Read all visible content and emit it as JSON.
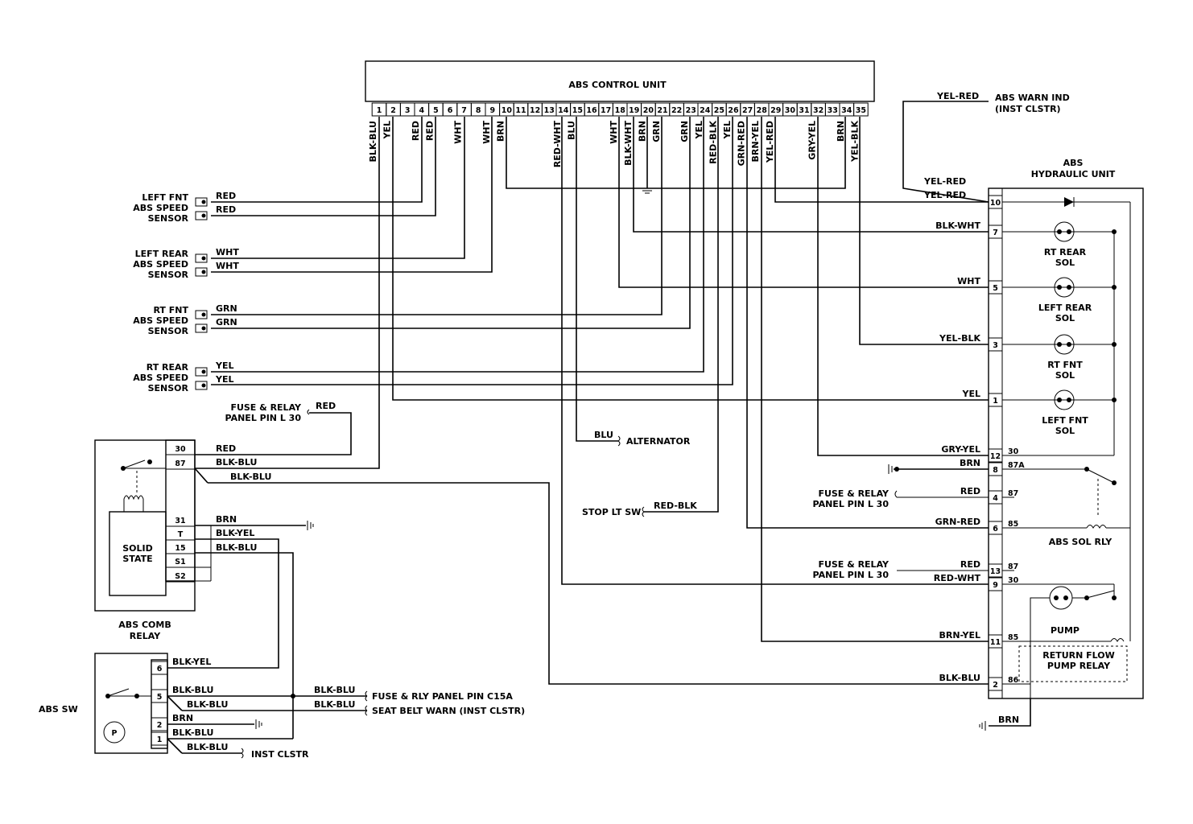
{
  "ecu": {
    "title": "ABS CONTROL UNIT",
    "pins": [
      "1",
      "2",
      "3",
      "4",
      "5",
      "6",
      "7",
      "8",
      "9",
      "10",
      "11",
      "12",
      "13",
      "14",
      "15",
      "16",
      "17",
      "18",
      "19",
      "20",
      "21",
      "22",
      "23",
      "24",
      "25",
      "26",
      "27",
      "28",
      "29",
      "30",
      "31",
      "32",
      "33",
      "34",
      "35"
    ],
    "wire_colors": [
      {
        "pin": 1,
        "color": "BLK-BLU"
      },
      {
        "pin": 2,
        "color": "YEL"
      },
      {
        "pin": 4,
        "color": "RED"
      },
      {
        "pin": 5,
        "color": "RED"
      },
      {
        "pin": 7,
        "color": "WHT"
      },
      {
        "pin": 9,
        "color": "WHT"
      },
      {
        "pin": 10,
        "color": "BRN"
      },
      {
        "pin": 14,
        "color": "RED-WHT"
      },
      {
        "pin": 15,
        "color": "BLU"
      },
      {
        "pin": 18,
        "color": "WHT"
      },
      {
        "pin": 19,
        "color": "BLK-WHT"
      },
      {
        "pin": 20,
        "color": "BRN"
      },
      {
        "pin": 21,
        "color": "GRN"
      },
      {
        "pin": 23,
        "color": "GRN"
      },
      {
        "pin": 24,
        "color": "YEL"
      },
      {
        "pin": 25,
        "color": "RED-BLK"
      },
      {
        "pin": 26,
        "color": "YEL"
      },
      {
        "pin": 27,
        "color": "GRN-RED"
      },
      {
        "pin": 28,
        "color": "BRN-YEL"
      },
      {
        "pin": 29,
        "color": "YEL-RED"
      },
      {
        "pin": 32,
        "color": "GRY-YEL"
      },
      {
        "pin": 34,
        "color": "BRN"
      },
      {
        "pin": 35,
        "color": "YEL-BLK"
      }
    ]
  },
  "sensors": [
    {
      "name": [
        "LEFT FNT",
        "ABS SPEED",
        "SENSOR"
      ],
      "wires": [
        "RED",
        "RED"
      ]
    },
    {
      "name": [
        "LEFT REAR",
        "ABS SPEED",
        "SENSOR"
      ],
      "wires": [
        "WHT",
        "WHT"
      ]
    },
    {
      "name": [
        "RT FNT",
        "ABS SPEED",
        "SENSOR"
      ],
      "wires": [
        "GRN",
        "GRN"
      ]
    },
    {
      "name": [
        "RT REAR",
        "ABS SPEED",
        "SENSOR"
      ],
      "wires": [
        "YEL",
        "YEL"
      ]
    }
  ],
  "warn": {
    "wire": "YEL-RED",
    "label": [
      "ABS WARN IND",
      "(INST CLSTR)"
    ]
  },
  "hydraulic": {
    "title": [
      "ABS",
      "HYDRAULIC UNIT"
    ],
    "wire_yel_red_top": "YEL-RED",
    "wire_yel_red_bottom": "YEL-RED",
    "pins": [
      {
        "pin": "10",
        "wire": "",
        "inner": ""
      },
      {
        "pin": "7",
        "wire": "BLK-WHT",
        "inner": ""
      },
      {
        "pin": "5",
        "wire": "WHT",
        "inner": ""
      },
      {
        "pin": "3",
        "wire": "YEL-BLK",
        "inner": ""
      },
      {
        "pin": "1",
        "wire": "YEL",
        "inner": ""
      },
      {
        "pin": "12",
        "wire": "GRY-YEL",
        "inner": "30"
      },
      {
        "pin": "8",
        "wire": "BRN",
        "inner": "87A"
      },
      {
        "pin": "4",
        "wire": "RED",
        "inner": "87"
      },
      {
        "pin": "6",
        "wire": "GRN-RED",
        "inner": "85"
      },
      {
        "pin": "13",
        "wire": "RED",
        "inner": "87"
      },
      {
        "pin": "9",
        "wire": "RED-WHT",
        "inner": "30"
      },
      {
        "pin": "11",
        "wire": "BRN-YEL",
        "inner": "85"
      },
      {
        "pin": "2",
        "wire": "BLK-BLU",
        "inner": "86"
      }
    ],
    "solenoids": [
      [
        "RT REAR",
        "SOL"
      ],
      [
        "LEFT REAR",
        "SOL"
      ],
      [
        "RT FNT",
        "SOL"
      ],
      [
        "LEFT FNT",
        "SOL"
      ]
    ],
    "sol_relay": "ABS SOL RLY",
    "pump": "PUMP",
    "return_relay": [
      "RETURN FLOW",
      "PUMP RELAY"
    ],
    "ground_wire": "BRN"
  },
  "fuse_relay_l30": [
    "FUSE & RELAY",
    "PANEL PIN L 30"
  ],
  "fuse_relay_l30_wire": "RED",
  "fuse_relay_l30_wire_lower": "RED",
  "alternator": {
    "wire": "BLU",
    "label": "ALTERNATOR"
  },
  "stop_lt": {
    "label": "STOP LT SW",
    "wire": "RED-BLK"
  },
  "comb_relay": {
    "pins": [
      "30",
      "87",
      "31",
      "T",
      "15",
      "S1",
      "S2"
    ],
    "wires": [
      "RED",
      "BLK-BLU",
      "BLK-BLU",
      "BRN",
      "BLK-YEL",
      "BLK-BLU"
    ],
    "solid_state": [
      "SOLID",
      "STATE"
    ],
    "name": [
      "ABS COMB",
      "RELAY"
    ]
  },
  "abs_sw": {
    "label": "ABS SW",
    "pins": [
      "6",
      "5",
      "2",
      "1"
    ],
    "wires": [
      "BLK-YEL",
      "BLK-BLU",
      "BLK-BLU",
      "BRN",
      "BLK-BLU",
      "BLK-BLU"
    ],
    "switch_mark": "P",
    "ext_wires": [
      "BLK-BLU",
      "BLK-BLU"
    ],
    "ext_labels": [
      "FUSE & RLY PANEL PIN C15A",
      "SEAT BELT WARN (INST CLSTR)",
      "INST CLSTR"
    ]
  }
}
